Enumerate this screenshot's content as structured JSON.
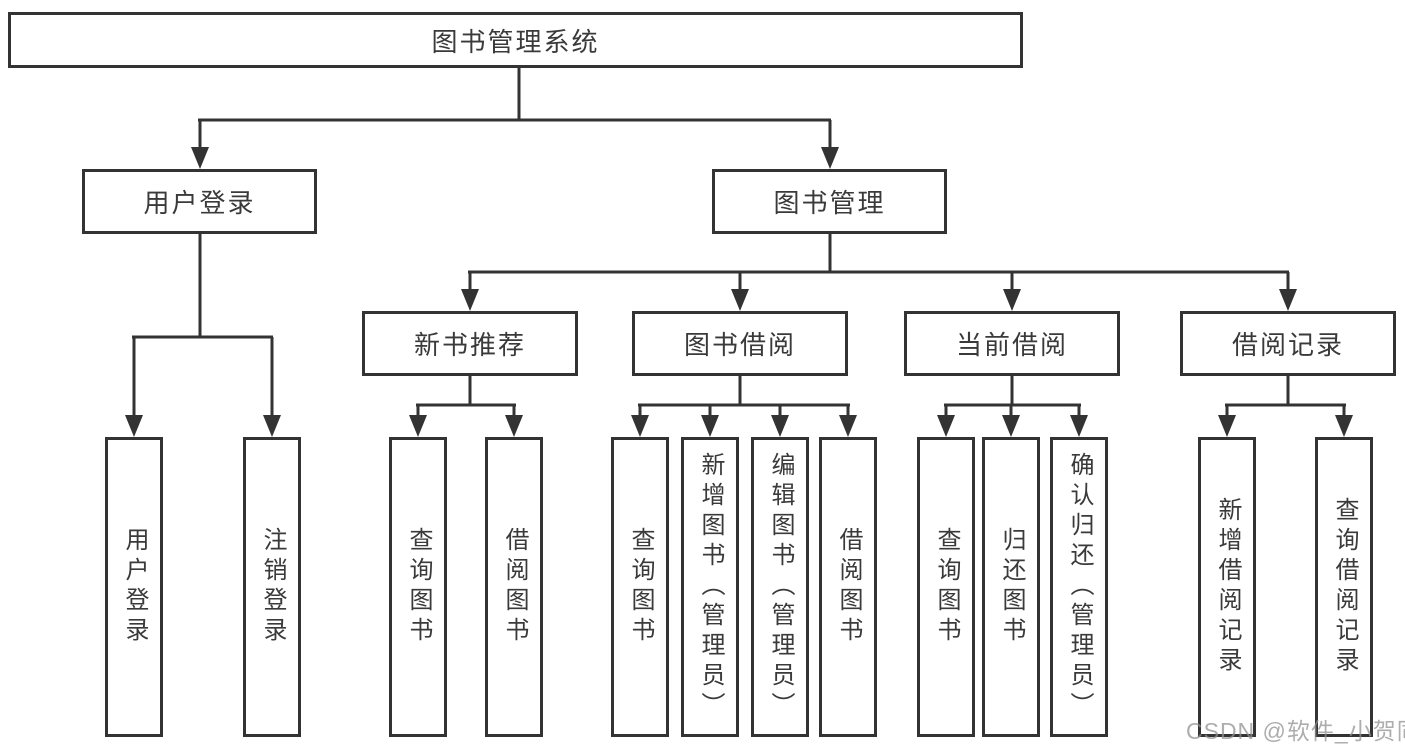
{
  "diagram": {
    "type": "hierarchy-diagram",
    "tree": {
      "label": "图书管理系统",
      "children": [
        {
          "label": "用户登录",
          "children": [
            {
              "label": "用户登录"
            },
            {
              "label": "注销登录"
            }
          ]
        },
        {
          "label": "图书管理",
          "children": [
            {
              "label": "新书推荐",
              "children": [
                {
                  "label": "查询图书"
                },
                {
                  "label": "借阅图书"
                }
              ]
            },
            {
              "label": "图书借阅",
              "children": [
                {
                  "label": "查询图书"
                },
                {
                  "label": "新增图书（管理员）"
                },
                {
                  "label": "编辑图书（管理员）"
                },
                {
                  "label": "借阅图书"
                }
              ]
            },
            {
              "label": "当前借阅",
              "children": [
                {
                  "label": "查询图书"
                },
                {
                  "label": "归还图书"
                },
                {
                  "label": "确认归还（管理员）"
                }
              ]
            },
            {
              "label": "借阅记录",
              "children": [
                {
                  "label": "新增借阅记录"
                },
                {
                  "label": "查询借阅记录"
                }
              ]
            }
          ]
        }
      ]
    },
    "colors": {
      "line": "#333333",
      "box_border": "#333333",
      "text": "#3a3a3a",
      "watermark": "#919191",
      "background": "#ffffff"
    }
  },
  "watermark": {
    "text": "CSDN @软件_小贺同学"
  }
}
